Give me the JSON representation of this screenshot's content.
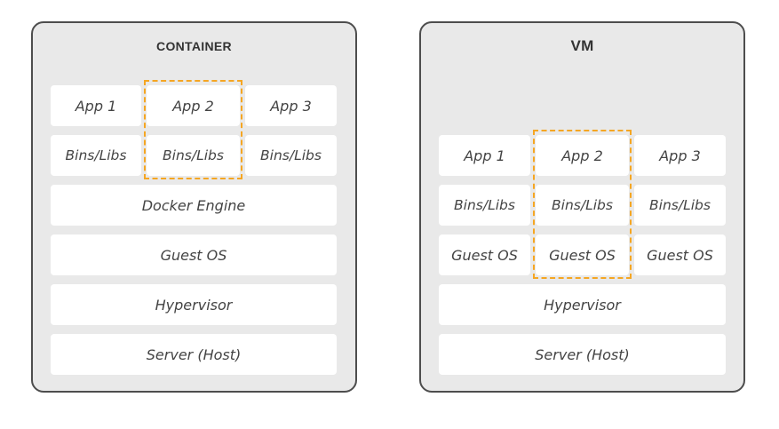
{
  "container": {
    "title": "CONTAINER",
    "apps": [
      "App 1",
      "App 2",
      "App 3"
    ],
    "libs": [
      "Bins/Libs",
      "Bins/Libs",
      "Bins/Libs"
    ],
    "engine": "Docker Engine",
    "guest_os": "Guest OS",
    "hypervisor": "Hypervisor",
    "server": "Server (Host)"
  },
  "vm": {
    "title": "VM",
    "apps": [
      "App 1",
      "App 2",
      "App 3"
    ],
    "libs": [
      "Bins/Libs",
      "Bins/Libs",
      "Bins/Libs"
    ],
    "guest_os": [
      "Guest OS",
      "Guest OS",
      "Guest OS"
    ],
    "hypervisor": "Hypervisor",
    "server": "Server (Host)"
  },
  "colors": {
    "panel_background": "#e9e9e9",
    "panel_border": "#4d4d4d",
    "box_background": "#ffffff",
    "highlight_dashed": "#f5a623",
    "text": "#444444"
  }
}
